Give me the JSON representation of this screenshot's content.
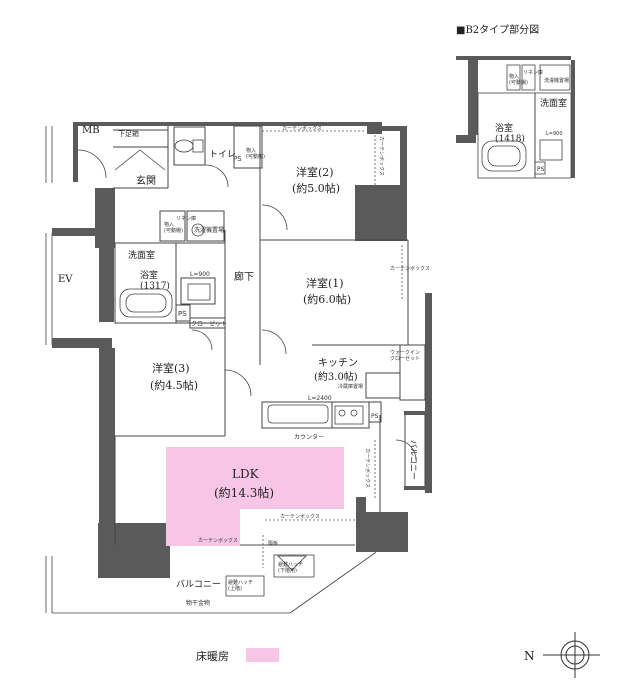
{
  "inset": {
    "title": "■B2タイプ部分図",
    "storage": "物入\n(可動棚)",
    "linen": "リネン庫",
    "washer": "洗濯機置場",
    "washroom": "洗面室",
    "bath": "浴室\n(1418)",
    "lavatory": "L=900",
    "ps": "PS"
  },
  "rooms": {
    "mb": "MB",
    "shoebox": "下足箱",
    "entrance": "玄関",
    "toilet": "トイレ",
    "ps1": "PS",
    "storage_toilet": "物入\n(可動棚)",
    "curtain_box_top": "カーテンボックス",
    "bed2_name": "洋室(2)",
    "bed2_size": "(約5.0帖)",
    "curtain_box_v1": "カーテンボックス",
    "storage_wash": "物入\n(可動棚)",
    "linen": "リネン庫",
    "washer": "洗濯機置場",
    "washroom": "洗面室",
    "bath": "浴室\n(1317)",
    "lavatory": "L=900",
    "ps2": "PS",
    "closet": "クローゼット",
    "hallway": "廊下",
    "ev": "EV",
    "bed1_name": "洋室(1)",
    "bed1_size": "(約6.0帖)",
    "curtain_box_v2": "カーテンボックス",
    "walkin": "ウォークイン\nクローゼット",
    "kitchen_name": "キッチン",
    "kitchen_size": "(約3.0帖)",
    "fridge": "冷蔵庫置場",
    "counter_len": "L=2400",
    "counter": "カウンター",
    "ps3": "PS",
    "bed3_name": "洋室(3)",
    "bed3_size": "(約4.5帖)",
    "ldk_name": "LDK",
    "ldk_size": "(約14.3帖)",
    "curtain_box_v3": "カーテンボックス",
    "balcony_side": "バルコニー",
    "curtain_box_ldk": "カーテンボックス",
    "curtain_box_bottom": "カーテンボックス",
    "hatch1": "避難ハッチ\n(上階)",
    "hatch2": "避難ハッチ\n(下階用)",
    "balcony": "バルコニー",
    "clothes_pole": "物干金物",
    "dividing_wall": "隔板"
  },
  "legend": {
    "label": "床暖房",
    "color": "#f7c6e6"
  },
  "compass": {
    "label": "N"
  },
  "colors": {
    "wall": "#5a5a5a",
    "line": "#444444",
    "heating": "#f7c6e6"
  }
}
